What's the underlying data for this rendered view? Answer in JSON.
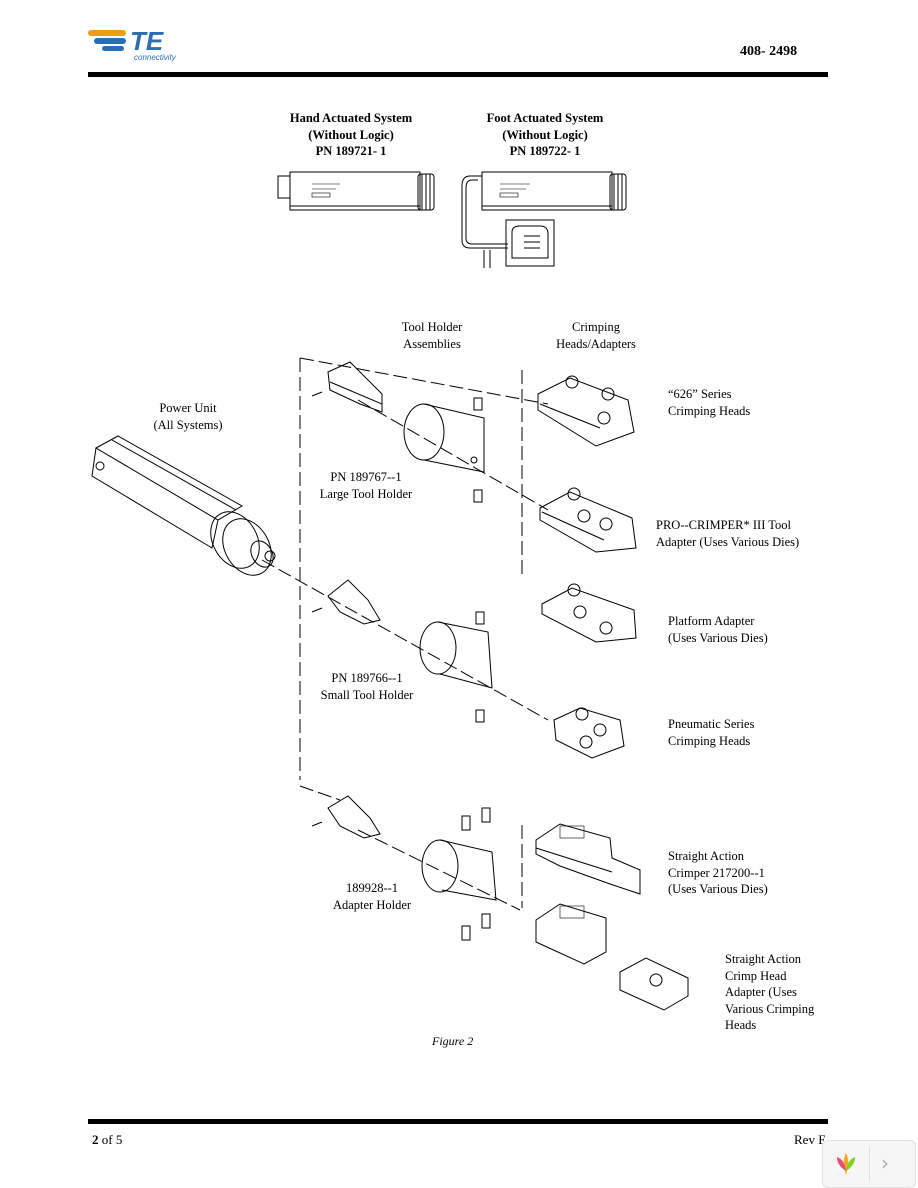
{
  "header": {
    "brand_logo": "te-connectivity-logo",
    "logo_text": "TE",
    "logo_subtext": "connectivity",
    "document_number": "408- 2498"
  },
  "systems": [
    {
      "lines": [
        "Hand Actuated System",
        "(Without Logic)",
        "PN 189721- 1"
      ]
    },
    {
      "lines": [
        "Foot Actuated System",
        "(Without Logic)",
        "PN 189722- 1"
      ]
    }
  ],
  "column_headers": {
    "tool_holders": [
      "Tool Holder",
      "Assemblies"
    ],
    "crimping_heads": [
      "Crimping",
      "Heads/Adapters"
    ]
  },
  "power_unit": [
    "Power Unit",
    "(All Systems)"
  ],
  "holders": [
    {
      "lines": [
        "PN 189767--1",
        "Large Tool Holder"
      ]
    },
    {
      "lines": [
        "PN 189766--1",
        "Small Tool Holder"
      ]
    },
    {
      "lines": [
        "189928--1",
        "Adapter Holder"
      ]
    }
  ],
  "heads": [
    {
      "lines": [
        "“626” Series",
        "Crimping Heads"
      ]
    },
    {
      "lines": [
        "PRO--CRIMPER* III Tool",
        "Adapter (Uses Various Dies)"
      ]
    },
    {
      "lines": [
        "Platform Adapter",
        "(Uses Various Dies)"
      ]
    },
    {
      "lines": [
        "Pneumatic Series",
        "Crimping Heads"
      ]
    },
    {
      "lines": [
        "Straight Action",
        "Crimper 217200--1",
        "(Uses Various Dies)"
      ]
    },
    {
      "lines": [
        "Straight Action",
        "Crimp Head",
        "Adapter (Uses",
        "Various Crimping",
        "Heads"
      ]
    }
  ],
  "caption": "Figure 2",
  "footer": {
    "page_current": "2",
    "page_of": "of 5",
    "revision": "Rev E"
  },
  "viewer": {
    "next_icon": "chevron-right-icon",
    "logo_icon": "viewer-logo-icon"
  },
  "colors": {
    "logo_blue": "#2a6fb3",
    "logo_orange": "#f39a1e"
  }
}
